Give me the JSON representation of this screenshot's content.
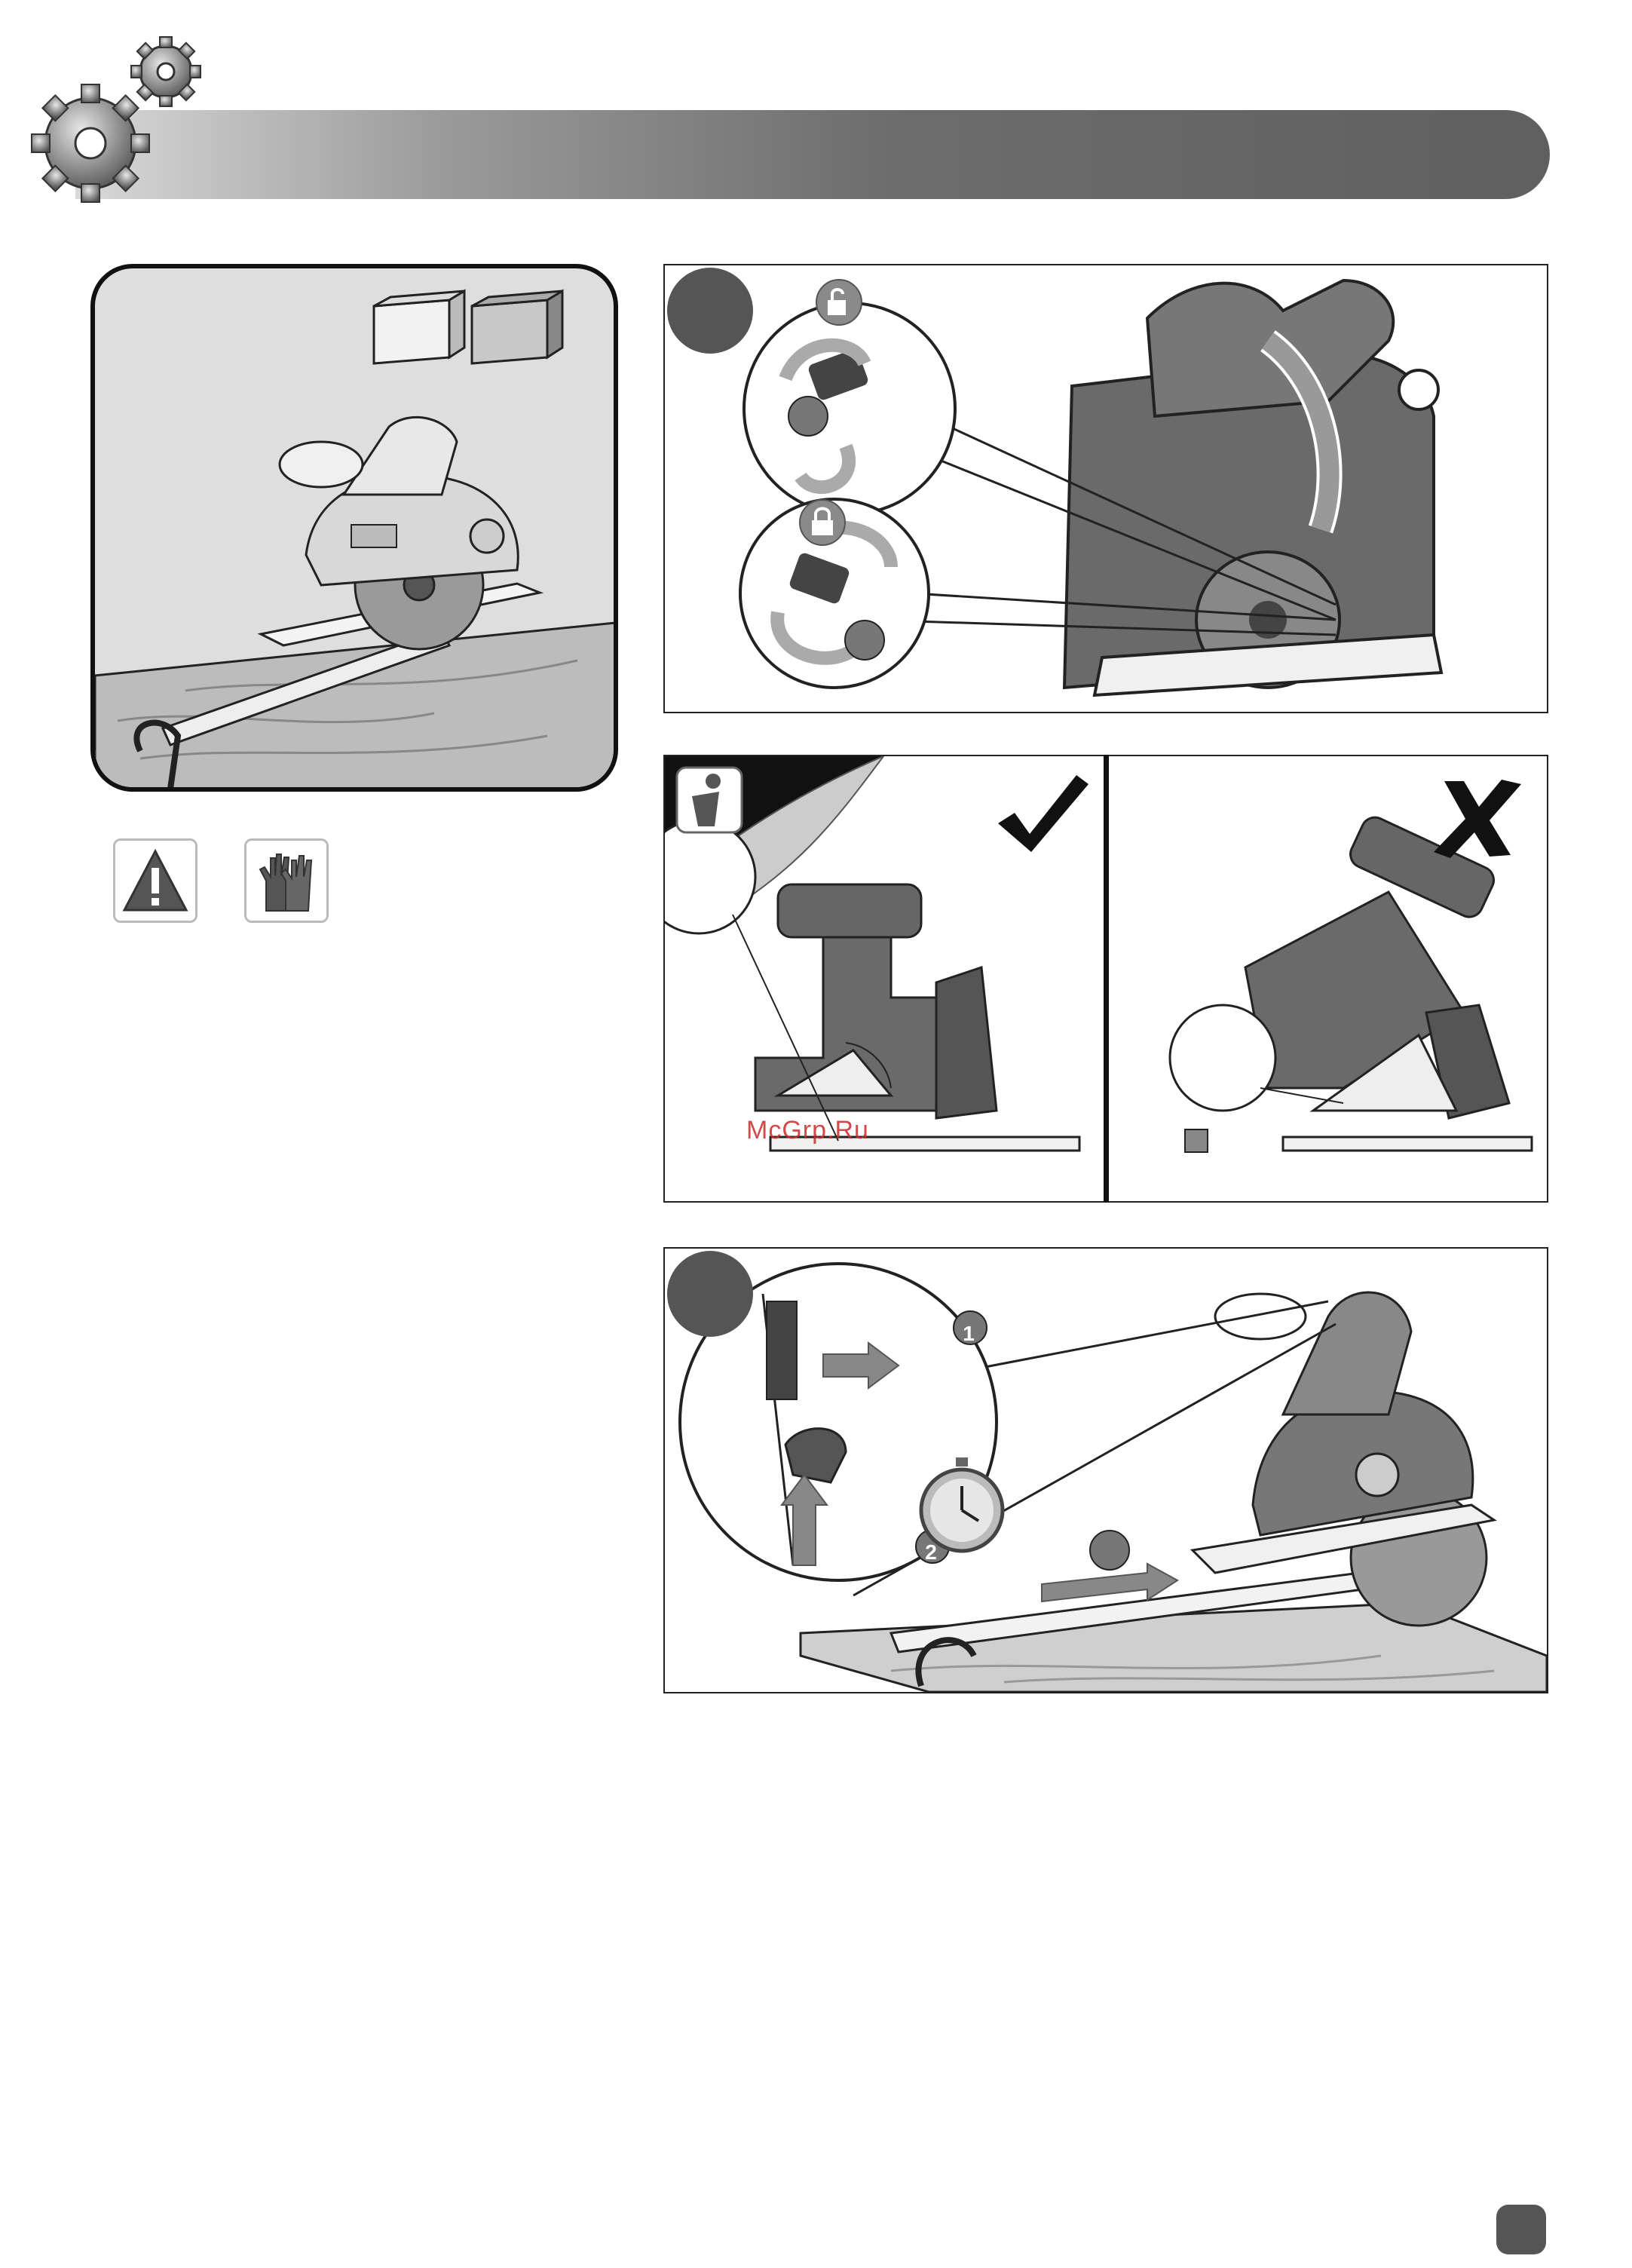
{
  "watermark": {
    "text": "McGrp.Ru"
  },
  "panel3": {
    "callout_1": "1",
    "callout_2": "2"
  },
  "icons": {
    "gears": "gears-icon",
    "unlock": "unlock-icon",
    "lock": "lock-icon",
    "info": "info-icon",
    "check": "check-mark-icon",
    "cross": "cross-mark-icon",
    "stopwatch": "stopwatch-icon",
    "warning": "warning-triangle-icon",
    "gloves": "gloves-icon"
  },
  "colors": {
    "header_dark": "#5f5f5f",
    "header_light": "#d9d9d9",
    "card_bg": "#dddedd",
    "watermark": "#cc2b2b"
  }
}
